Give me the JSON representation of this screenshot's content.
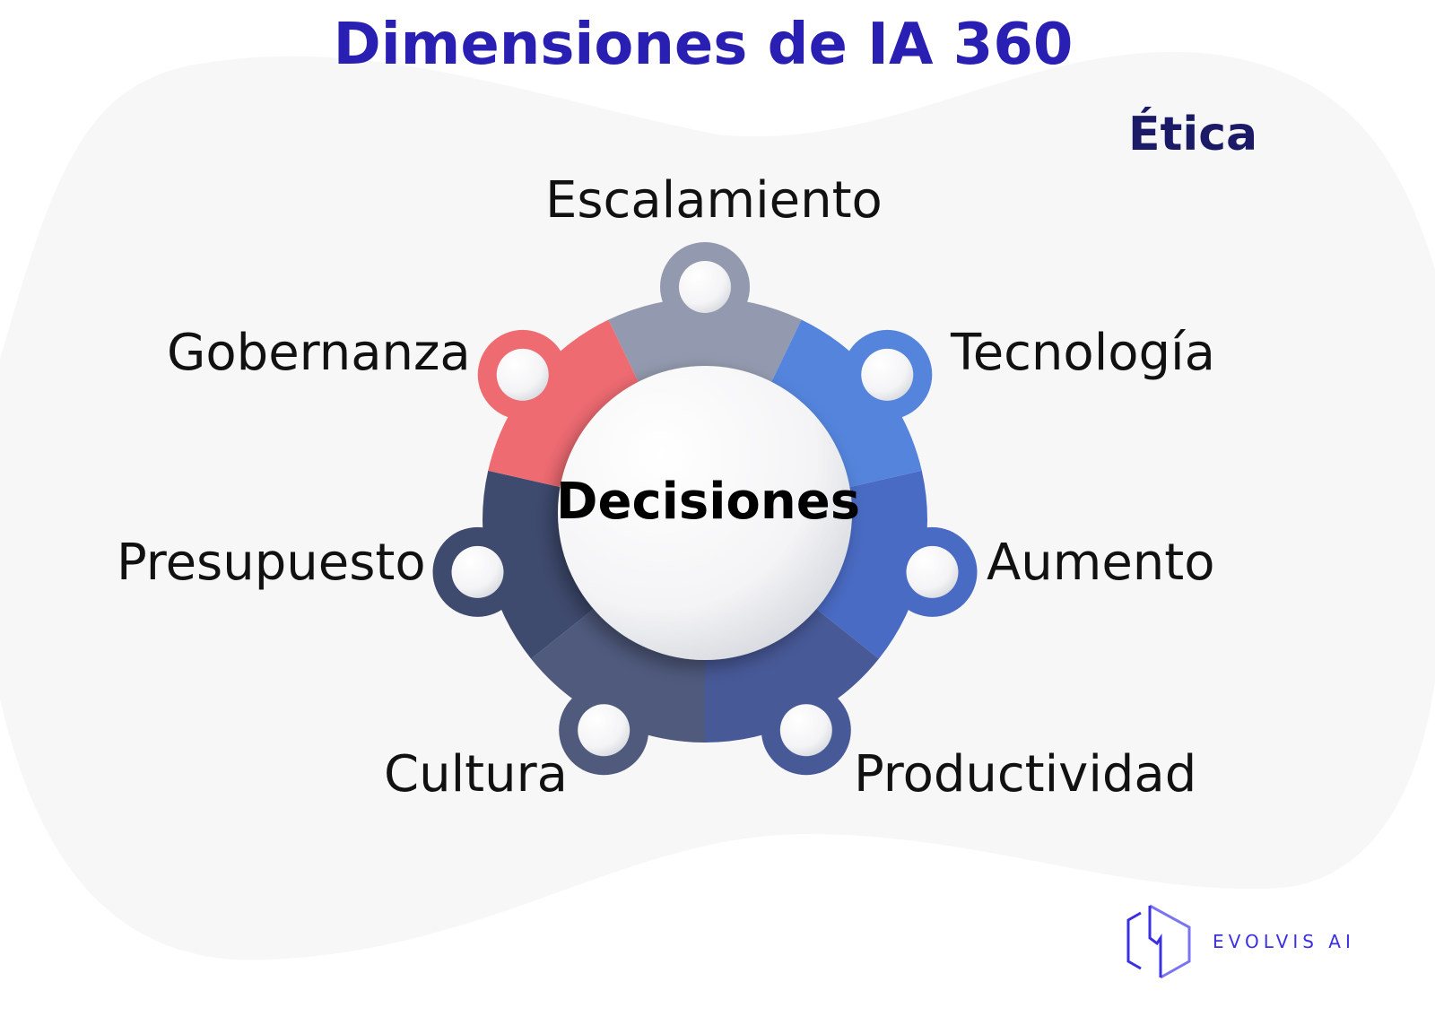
{
  "title": "Dimensiones de IA 360",
  "corner_label": "Ética",
  "center": "Decisiones",
  "dimensions": [
    {
      "label": "Escalamiento",
      "color": "#9399ae"
    },
    {
      "label": "Tecnología",
      "color": "#5484dc"
    },
    {
      "label": "Aumento",
      "color": "#4a6bc4"
    },
    {
      "label": "Productividad",
      "color": "#485998"
    },
    {
      "label": "Cultura",
      "color": "#4f5a7d"
    },
    {
      "label": "Presupuesto",
      "color": "#3e4a6e"
    },
    {
      "label": "Gobernanza",
      "color": "#ef6b72"
    }
  ],
  "logo": {
    "text": "EVOLVIS AI",
    "color": "#3b30e0"
  },
  "colors": {
    "title": "#2a1fb3",
    "corner": "#1b1a66",
    "background_blob": "#f7f7f7"
  }
}
